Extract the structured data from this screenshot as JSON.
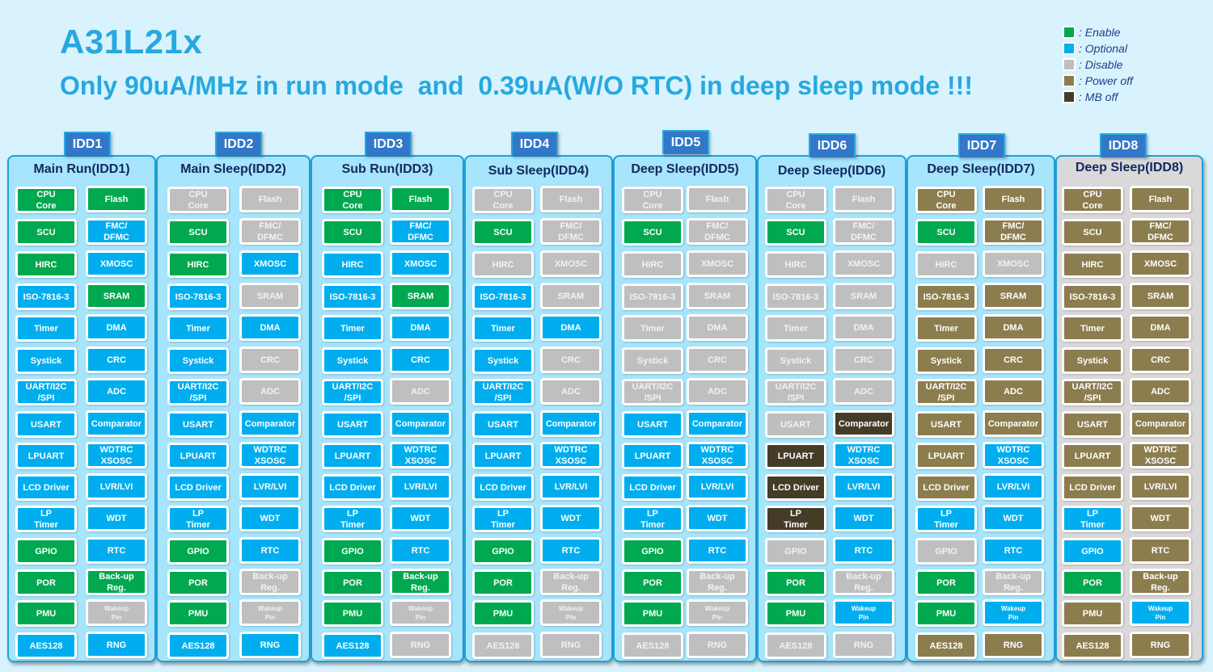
{
  "header": {
    "title": "A31L21x",
    "subtitle": "Only 90uA/MHz in run mode  and  0.39uA(W/O RTC) in deep sleep mode !!!"
  },
  "colors": {
    "E": "#00a94f",
    "O": "#00aeef",
    "D": "#bfbfbf",
    "P": "#8c7d4f",
    "M": "#453c28"
  },
  "legend": [
    {
      "state": "E",
      "label": ": Enable",
      "color": "#00a94f"
    },
    {
      "state": "O",
      "label": ": Optional",
      "color": "#00aeef"
    },
    {
      "state": "D",
      "label": ": Disable",
      "color": "#bfbfbf"
    },
    {
      "state": "P",
      "label": ": Power off",
      "color": "#8c7d4f"
    },
    {
      "state": "M",
      "label": ": MB off",
      "color": "#453c28"
    }
  ],
  "blocks_left": [
    "CPU\nCore",
    "SCU",
    "HIRC",
    "ISO-7816-3",
    "Timer",
    "Systick",
    "UART/I2C\n/SPI",
    "USART",
    "LPUART",
    "LCD Driver",
    "LP\nTimer",
    "GPIO",
    "POR",
    "PMU",
    "AES128"
  ],
  "blocks_right": [
    "Flash",
    "FMC/\nDFMC",
    "XMOSC",
    "SRAM",
    "DMA",
    "CRC",
    "ADC",
    "Comparator",
    "WDTRC\nXSOSC",
    "LVR/LVI",
    "WDT",
    "RTC",
    "Back-up Reg.",
    "Wakeup\nPin",
    "RNG"
  ],
  "modes": [
    {
      "tab": "IDD1",
      "title": "Main Run(IDD1)",
      "left": [
        "E",
        "E",
        "E",
        "O",
        "O",
        "O",
        "O",
        "O",
        "O",
        "O",
        "O",
        "E",
        "E",
        "E",
        "O"
      ],
      "right": [
        "E",
        "O",
        "O",
        "E",
        "O",
        "O",
        "O",
        "O",
        "O",
        "O",
        "O",
        "O",
        "E",
        "D",
        "O"
      ]
    },
    {
      "tab": "IDD2",
      "title": "Main Sleep(IDD2)",
      "left": [
        "D",
        "E",
        "E",
        "O",
        "O",
        "O",
        "O",
        "O",
        "O",
        "O",
        "O",
        "E",
        "E",
        "E",
        "O"
      ],
      "right": [
        "D",
        "D",
        "O",
        "D",
        "O",
        "D",
        "D",
        "O",
        "O",
        "O",
        "O",
        "O",
        "D",
        "D",
        "O"
      ]
    },
    {
      "tab": "IDD3",
      "title": "Sub Run(IDD3)",
      "left": [
        "E",
        "E",
        "O",
        "O",
        "O",
        "O",
        "O",
        "O",
        "O",
        "O",
        "O",
        "E",
        "E",
        "E",
        "O"
      ],
      "right": [
        "E",
        "O",
        "O",
        "E",
        "O",
        "O",
        "D",
        "O",
        "O",
        "O",
        "O",
        "O",
        "E",
        "D",
        "D"
      ]
    },
    {
      "tab": "IDD4",
      "title": "Sub Sleep(IDD4)",
      "left": [
        "D",
        "E",
        "D",
        "O",
        "O",
        "O",
        "O",
        "O",
        "O",
        "O",
        "O",
        "E",
        "E",
        "E",
        "D"
      ],
      "right": [
        "D",
        "D",
        "D",
        "D",
        "O",
        "D",
        "D",
        "O",
        "O",
        "O",
        "O",
        "O",
        "D",
        "D",
        "D"
      ]
    },
    {
      "tab": "IDD5",
      "title": "Deep Sleep(IDD5)",
      "left": [
        "D",
        "E",
        "D",
        "D",
        "D",
        "D",
        "D",
        "O",
        "O",
        "O",
        "O",
        "E",
        "E",
        "E",
        "D"
      ],
      "right": [
        "D",
        "D",
        "D",
        "D",
        "D",
        "D",
        "D",
        "O",
        "O",
        "O",
        "O",
        "O",
        "D",
        "D",
        "D"
      ]
    },
    {
      "tab": "IDD6",
      "title": "Deep Sleep(IDD6)",
      "left": [
        "D",
        "E",
        "D",
        "D",
        "D",
        "D",
        "D",
        "D",
        "M",
        "M",
        "M",
        "D",
        "E",
        "E",
        "D"
      ],
      "right": [
        "D",
        "D",
        "D",
        "D",
        "D",
        "D",
        "D",
        "M",
        "O",
        "O",
        "O",
        "O",
        "D",
        "O",
        "D"
      ]
    },
    {
      "tab": "IDD7",
      "title": "Deep Sleep(IDD7)",
      "left": [
        "P",
        "E",
        "D",
        "P",
        "P",
        "P",
        "P",
        "P",
        "P",
        "P",
        "O",
        "D",
        "E",
        "E",
        "P"
      ],
      "right": [
        "P",
        "P",
        "D",
        "P",
        "P",
        "P",
        "P",
        "P",
        "O",
        "O",
        "O",
        "O",
        "D",
        "O",
        "P"
      ]
    },
    {
      "tab": "IDD8",
      "title": "Deep Sleep(IDD8)",
      "left": [
        "P",
        "P",
        "P",
        "P",
        "P",
        "P",
        "P",
        "P",
        "P",
        "P",
        "O",
        "O",
        "E",
        "P",
        "P"
      ],
      "right": [
        "P",
        "P",
        "P",
        "P",
        "P",
        "P",
        "P",
        "P",
        "P",
        "P",
        "P",
        "P",
        "P",
        "O",
        "P"
      ]
    }
  ]
}
